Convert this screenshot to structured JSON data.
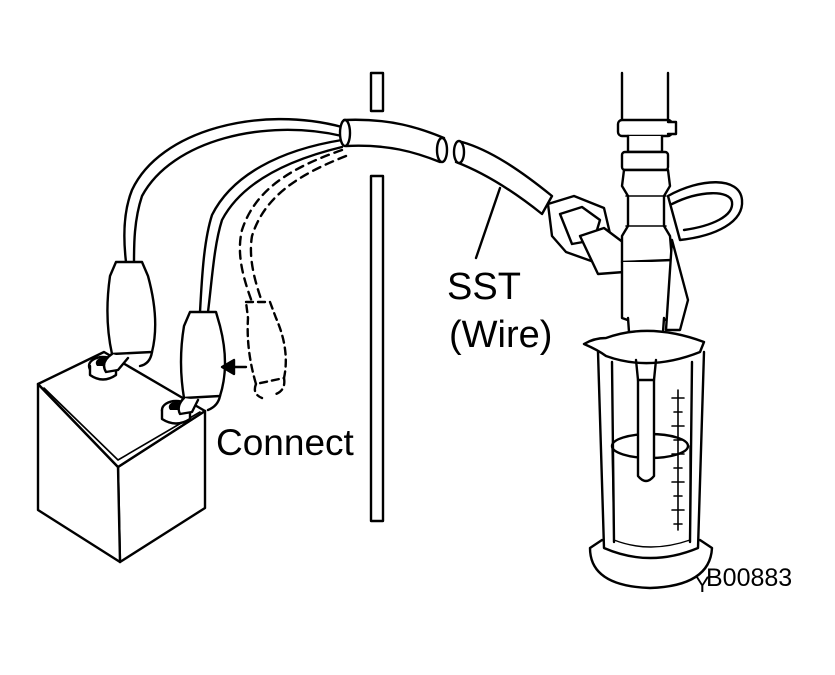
{
  "labels": {
    "sst": "SST",
    "wire": "(Wire)",
    "connect": "Connect",
    "figure_code": "B00883",
    "figure_mark": "Y"
  },
  "colors": {
    "ink": "#000000",
    "background": "#ffffff"
  }
}
